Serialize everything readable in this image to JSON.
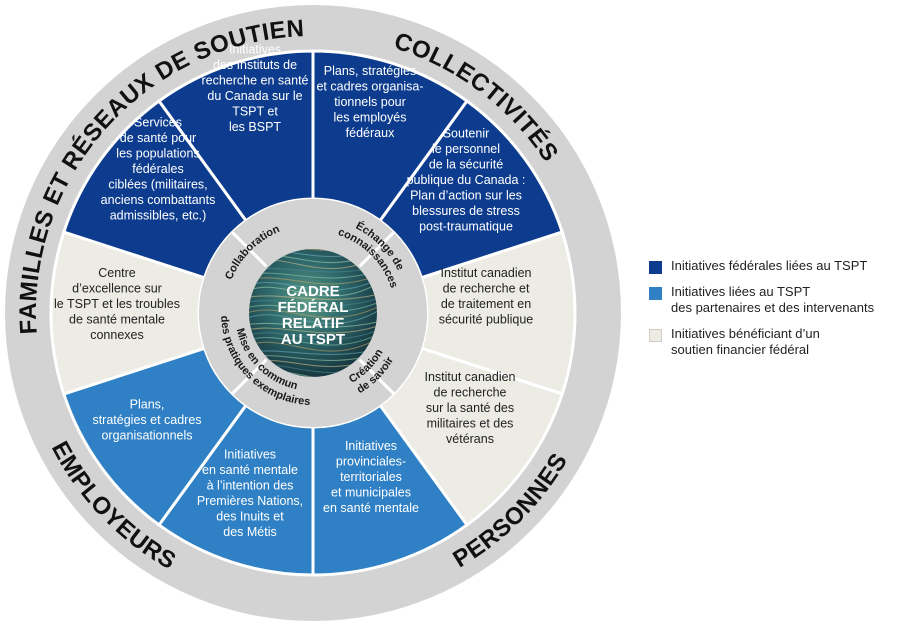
{
  "outer_ring": {
    "labels": [
      "FAMILLES ET RÉSEAUX DE SOUTIEN",
      "COLLECTIVITÉS",
      "PERSONNES",
      "EMPLOYEURS"
    ]
  },
  "segments": [
    {
      "category": "federal",
      "lines": [
        "Initiatives",
        "des Instituts de",
        "recherche en santé",
        "du Canada sur le",
        "TSPT et",
        "les BSPT"
      ]
    },
    {
      "category": "federal",
      "lines": [
        "Plans, stratégies",
        "et cadres organisa-",
        "tionnels pour",
        "les employés",
        "fédéraux"
      ]
    },
    {
      "category": "federal",
      "lines": [
        "Soutenir",
        "le personnel",
        "de la sécurité",
        "publique du Canada :",
        "Plan d’action sur les",
        "blessures de stress",
        "post-traumatique"
      ]
    },
    {
      "category": "funded",
      "lines": [
        "Institut canadien",
        "de recherche et",
        "de traitement en",
        "sécurité publique"
      ]
    },
    {
      "category": "funded",
      "lines": [
        "Institut canadien",
        "de recherche",
        "sur la santé des",
        "militaires et des",
        "vétérans"
      ]
    },
    {
      "category": "partners",
      "lines": [
        "Initiatives",
        "provinciales-",
        "territoriales",
        "et municipales",
        "en santé mentale"
      ]
    },
    {
      "category": "partners",
      "lines": [
        "Initiatives",
        "en santé mentale",
        "à l’intention des",
        "Premières Nations,",
        "des Inuits et",
        "des Métis"
      ]
    },
    {
      "category": "partners",
      "lines": [
        "Plans,",
        "stratégies et cadres",
        "organisationnels"
      ]
    },
    {
      "category": "funded",
      "lines": [
        "Centre",
        "d’excellence sur",
        "le TSPT et les troubles",
        "de santé mentale",
        "connexes"
      ]
    },
    {
      "category": "federal",
      "lines": [
        "Services",
        "de santé pour",
        "les populations",
        "fédérales",
        "ciblées (militaires,",
        "anciens combattants",
        "admissibles, etc.)"
      ]
    }
  ],
  "inner_ring": {
    "labels": [
      {
        "lines": [
          "Collaboration"
        ]
      },
      {
        "lines": [
          "Échange de",
          "connaissances"
        ]
      },
      {
        "lines": [
          "Création",
          "de savoir"
        ]
      },
      {
        "lines": [
          "Mise en commun",
          "des pratiques exemplaires"
        ]
      }
    ]
  },
  "center": {
    "lines": [
      "CADRE",
      "FÉDÉRAL",
      "RELATIF",
      "AU TSPT"
    ]
  },
  "colors": {
    "federal": "#0d3c8e",
    "partners": "#2f80c4",
    "funded": "#ecebe4",
    "outer_ring": "#d3d3d3",
    "inner_ring": "#d3d3d3",
    "center_bg": "#2b5c5f"
  },
  "legend": [
    {
      "category": "federal",
      "label": "Initiatives fédérales liées au TSPT"
    },
    {
      "category": "partners",
      "label": "Initiatives liées au TSPT des partenaires et des intervenants"
    },
    {
      "category": "funded",
      "label": "Initiatives bénéficiant d’un soutien financier fédéral"
    }
  ]
}
